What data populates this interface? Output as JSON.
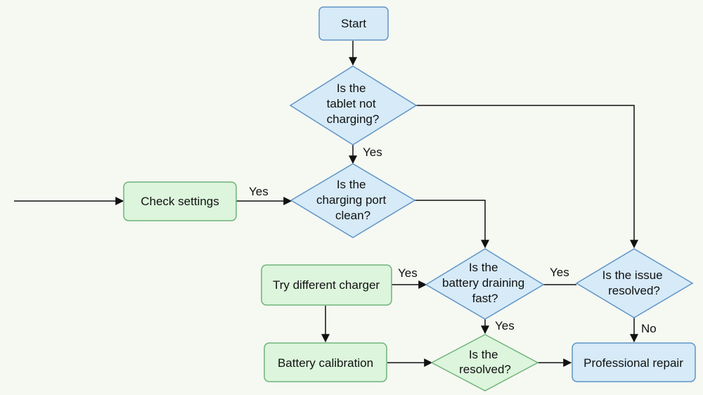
{
  "colors": {
    "background": "#f6f8f2",
    "blue_fill": "#d6eaf8",
    "blue_stroke": "#5f95c6",
    "green_fill": "#dcf5dc",
    "green_stroke": "#6fb47a",
    "line": "#111111"
  },
  "nodes": {
    "start": {
      "label": "Start"
    },
    "q_not_charging": {
      "lines": [
        "Is the",
        "tablet not",
        "charging?"
      ]
    },
    "q_port_clean": {
      "lines": [
        "Is the",
        "charging port",
        "clean?"
      ]
    },
    "check_settings": {
      "label": "Check settings"
    },
    "q_battery_draining": {
      "lines": [
        "Is the",
        "battery draining",
        "fast?"
      ]
    },
    "try_charger": {
      "label": "Try different charger"
    },
    "q_issue_resolved": {
      "lines": [
        "Is the issue",
        "resolved?"
      ]
    },
    "battery_calibration": {
      "label": "Battery calibration"
    },
    "q_resolved": {
      "lines": [
        "Is the",
        "resolved?"
      ]
    },
    "professional_repair": {
      "label": "Professional repair"
    }
  },
  "edge_labels": {
    "not_charging_to_port": "Yes",
    "settings_to_port": "Yes",
    "charger_to_battery": "Yes",
    "battery_to_issue": "Yes",
    "battery_to_resolved": "Yes",
    "issue_to_repair": "No"
  }
}
